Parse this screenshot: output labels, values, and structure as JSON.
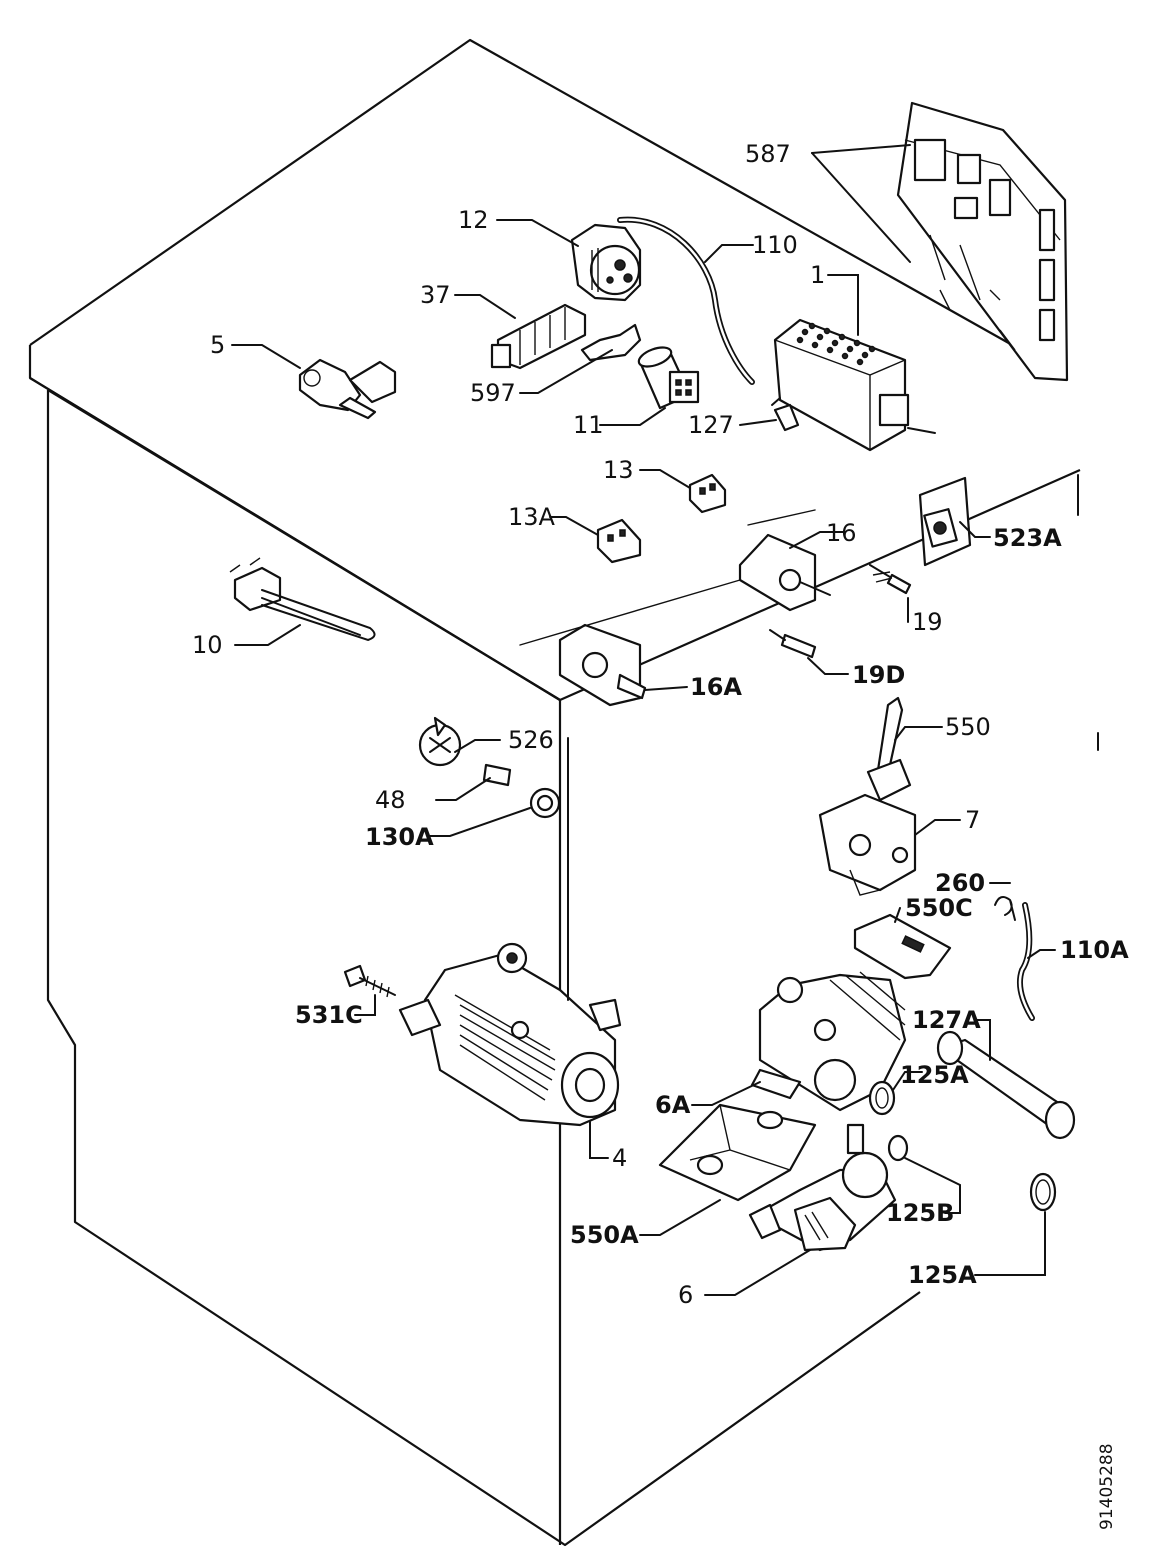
{
  "document_number": "91405288",
  "labels": {
    "l587": "587",
    "l1": "1",
    "l12": "12",
    "l110": "110",
    "l37": "37",
    "l5": "5",
    "l597": "597",
    "l11": "11",
    "l127": "127",
    "l13": "13",
    "l13A": "13A",
    "l16": "16",
    "l523A": "523A",
    "l19": "19",
    "l10": "10",
    "l16A": "16A",
    "l19D": "19D",
    "l526": "526",
    "l550": "550",
    "l48": "48",
    "l130A": "130A",
    "l7": "7",
    "l260": "260",
    "l550C": "550C",
    "l110A": "110A",
    "l531C": "531C",
    "l127A": "127A",
    "l125A_top": "125A",
    "l6A": "6A",
    "l4": "4",
    "l125B": "125B",
    "l550A": "550A",
    "l125A_bottom": "125A",
    "l6": "6"
  }
}
